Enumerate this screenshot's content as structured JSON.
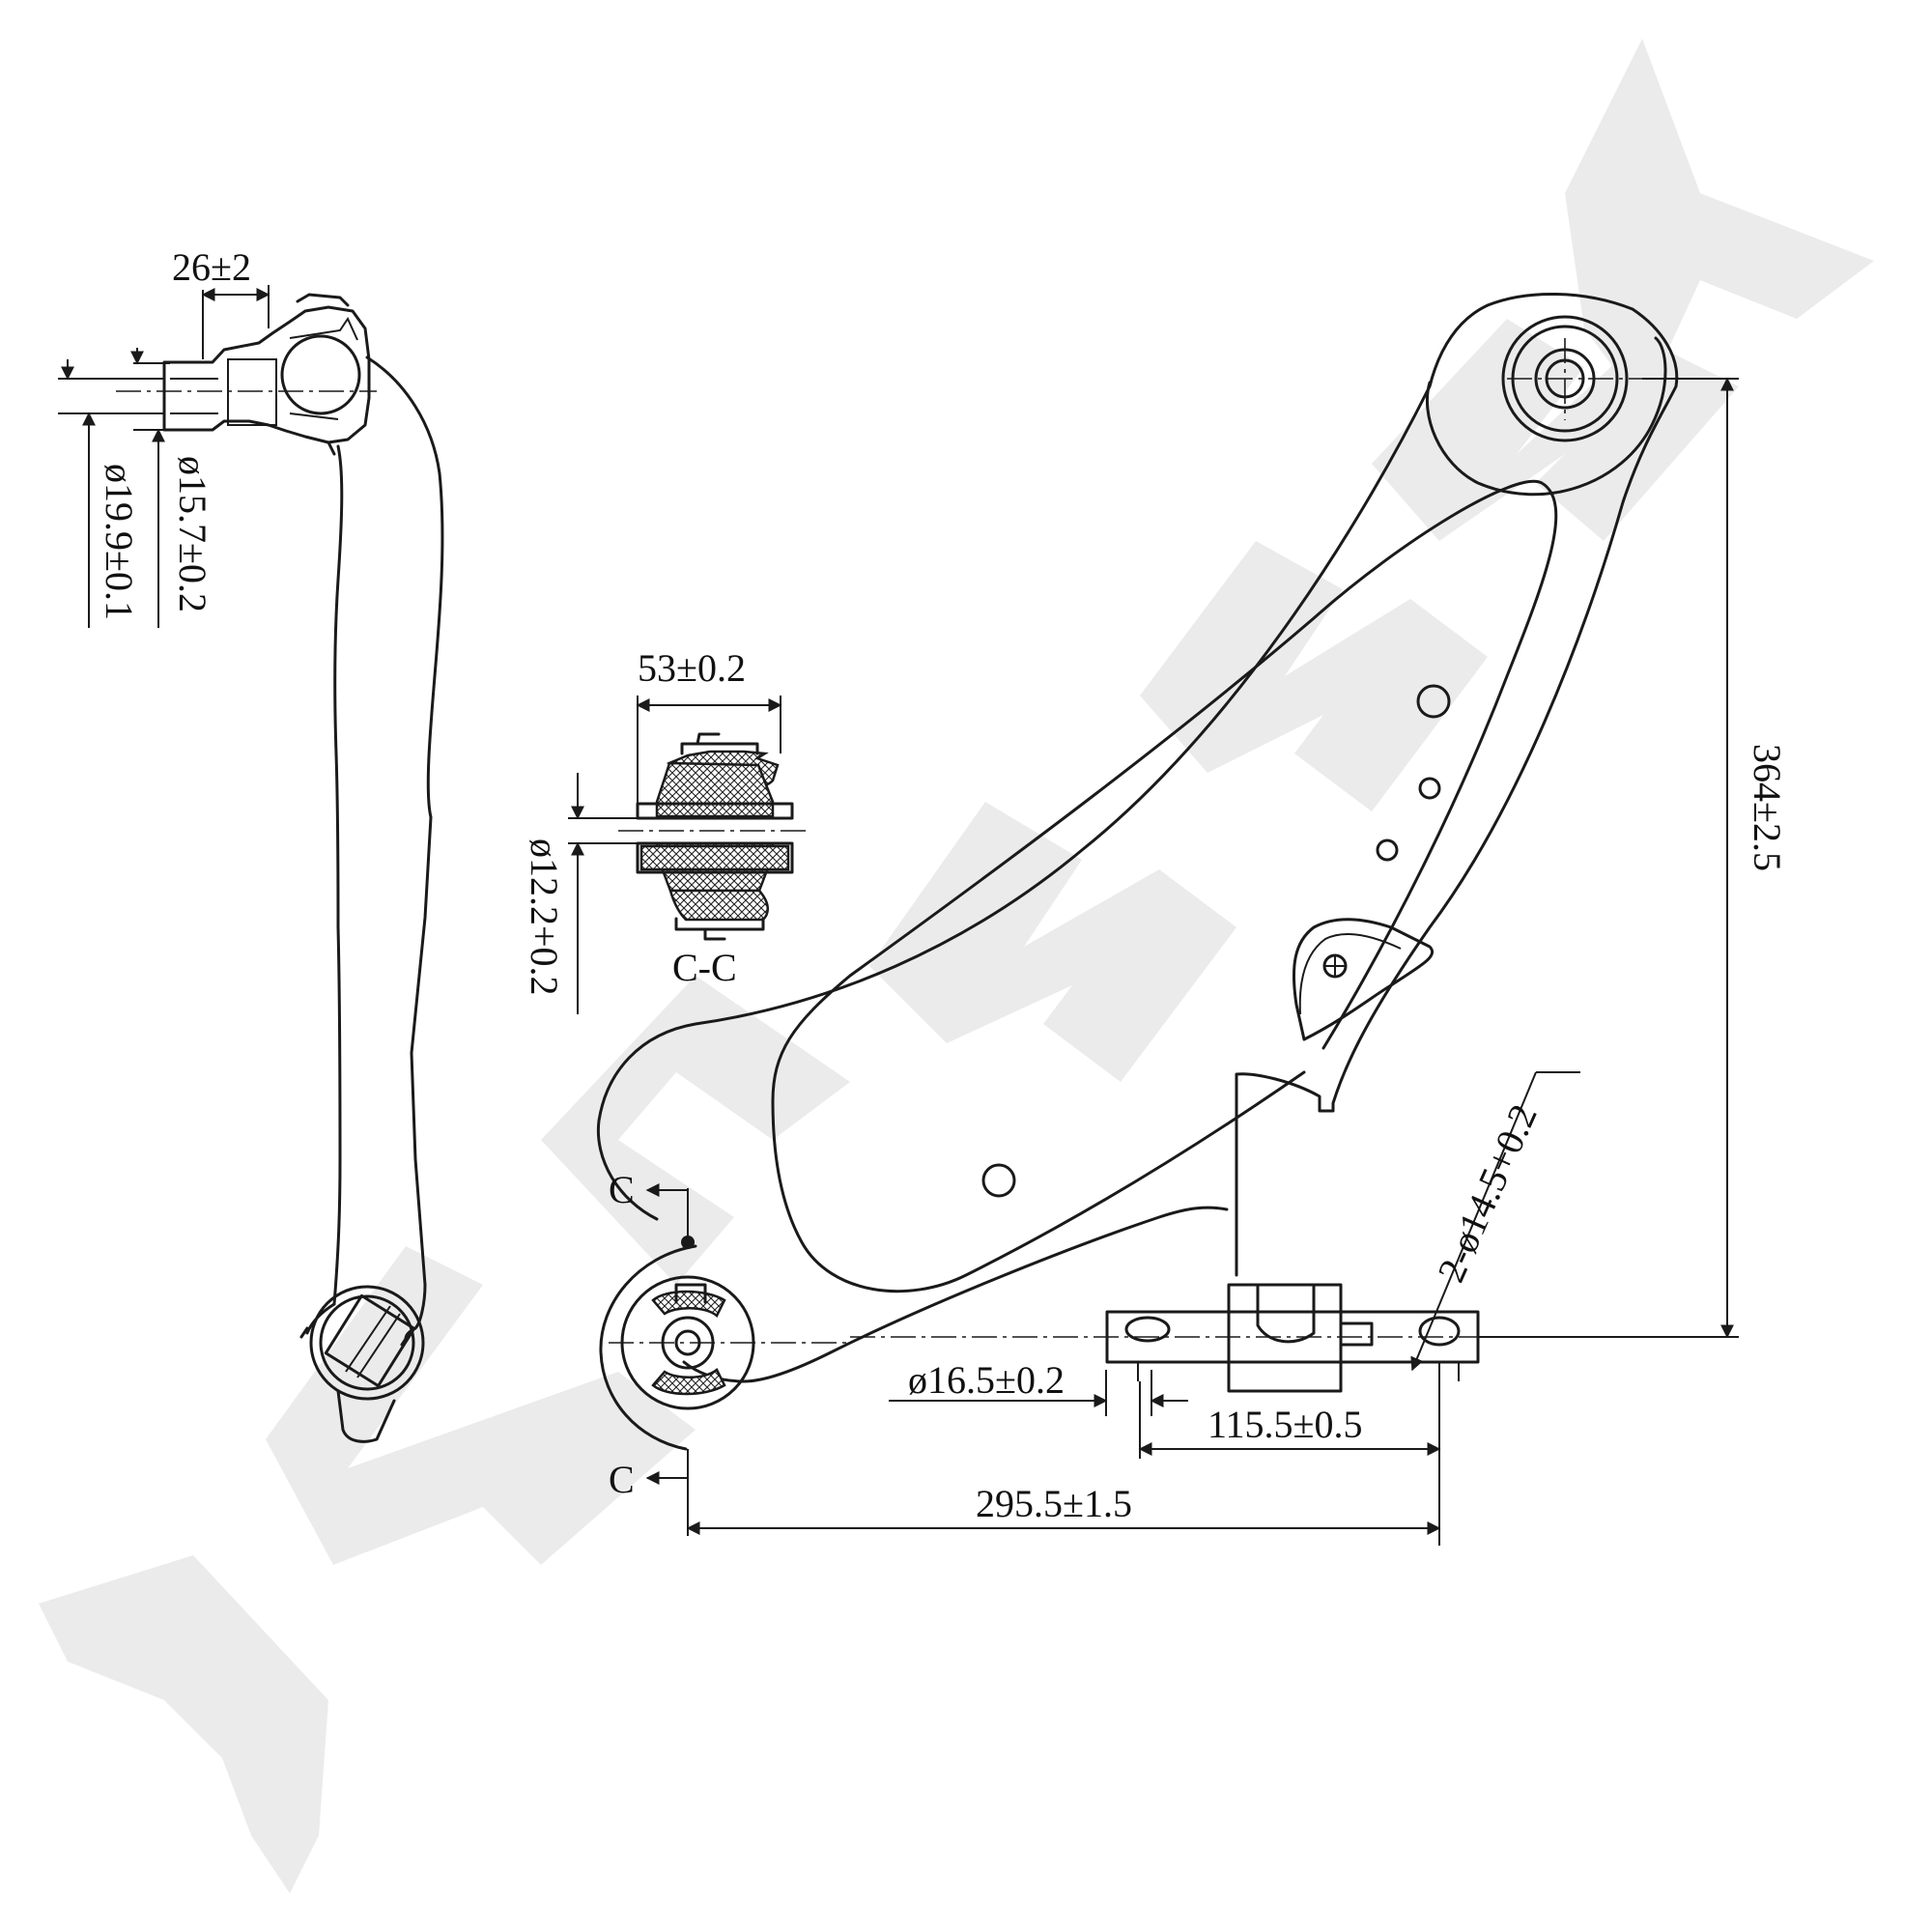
{
  "watermark": {
    "text": "ZENNAK"
  },
  "side_view": {
    "dims": {
      "ball_width": "26±2",
      "inner_dia": "ø15.7±0.2",
      "outer_dia": "ø19.9±0.1"
    }
  },
  "section_view": {
    "dims": {
      "bushing_width": "53±0.2",
      "bore_dia": "ø12.2+0.2"
    },
    "label": "C-C"
  },
  "main_view": {
    "section_marks": {
      "top": "C",
      "bottom": "C"
    },
    "dims": {
      "height": "364±2.5",
      "hole_dia_pair": "2-ø14.5+0.2",
      "hole_dia": "ø16.5±0.2",
      "hole_spacing": "115.5±0.5",
      "overall_length": "295.5±1.5"
    }
  }
}
